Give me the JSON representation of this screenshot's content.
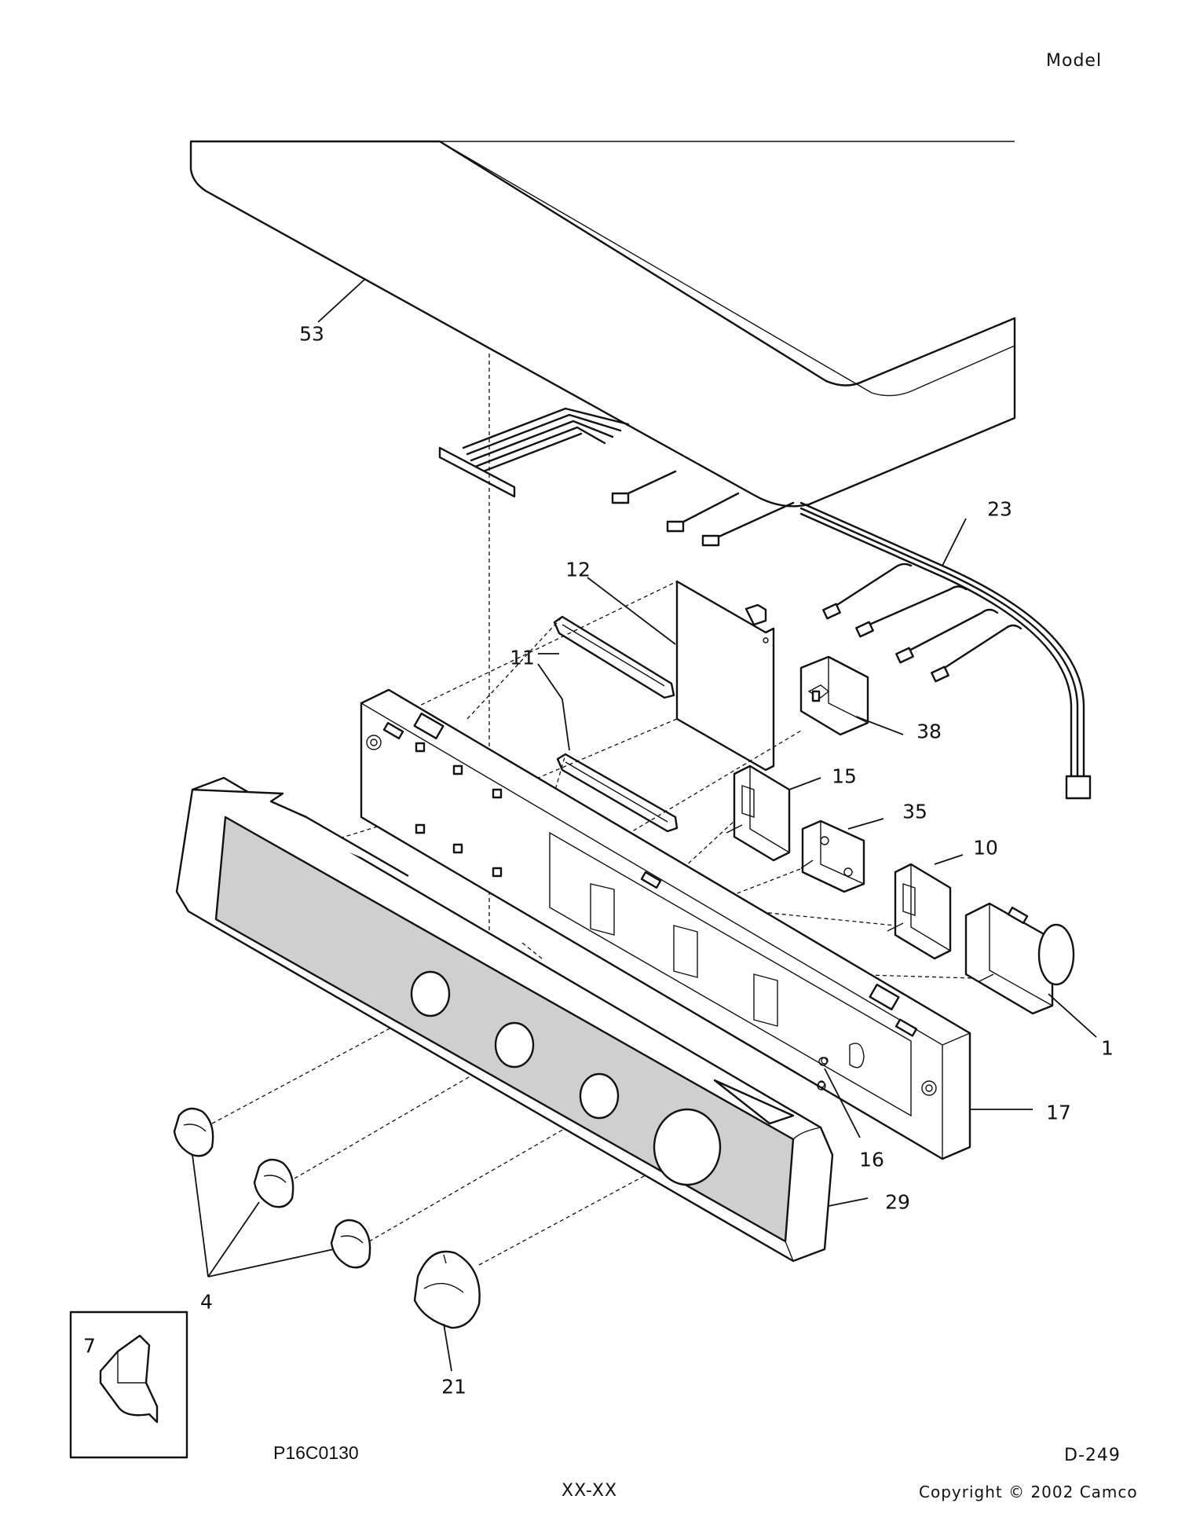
{
  "header": {
    "model_label": "Model"
  },
  "footer": {
    "part_code": "P16C0130",
    "page_ref": "D-249",
    "date_code": "XX-XX",
    "copyright": "Copyright © 2002 Camco"
  },
  "callouts": {
    "c53": "53",
    "c23": "23",
    "c12": "12",
    "c11": "11",
    "c38": "38",
    "c15": "15",
    "c35": "35",
    "c10": "10",
    "c1": "1",
    "c17": "17",
    "c16": "16",
    "c29": "29",
    "c4": "4",
    "c21": "21",
    "c7": "7"
  }
}
